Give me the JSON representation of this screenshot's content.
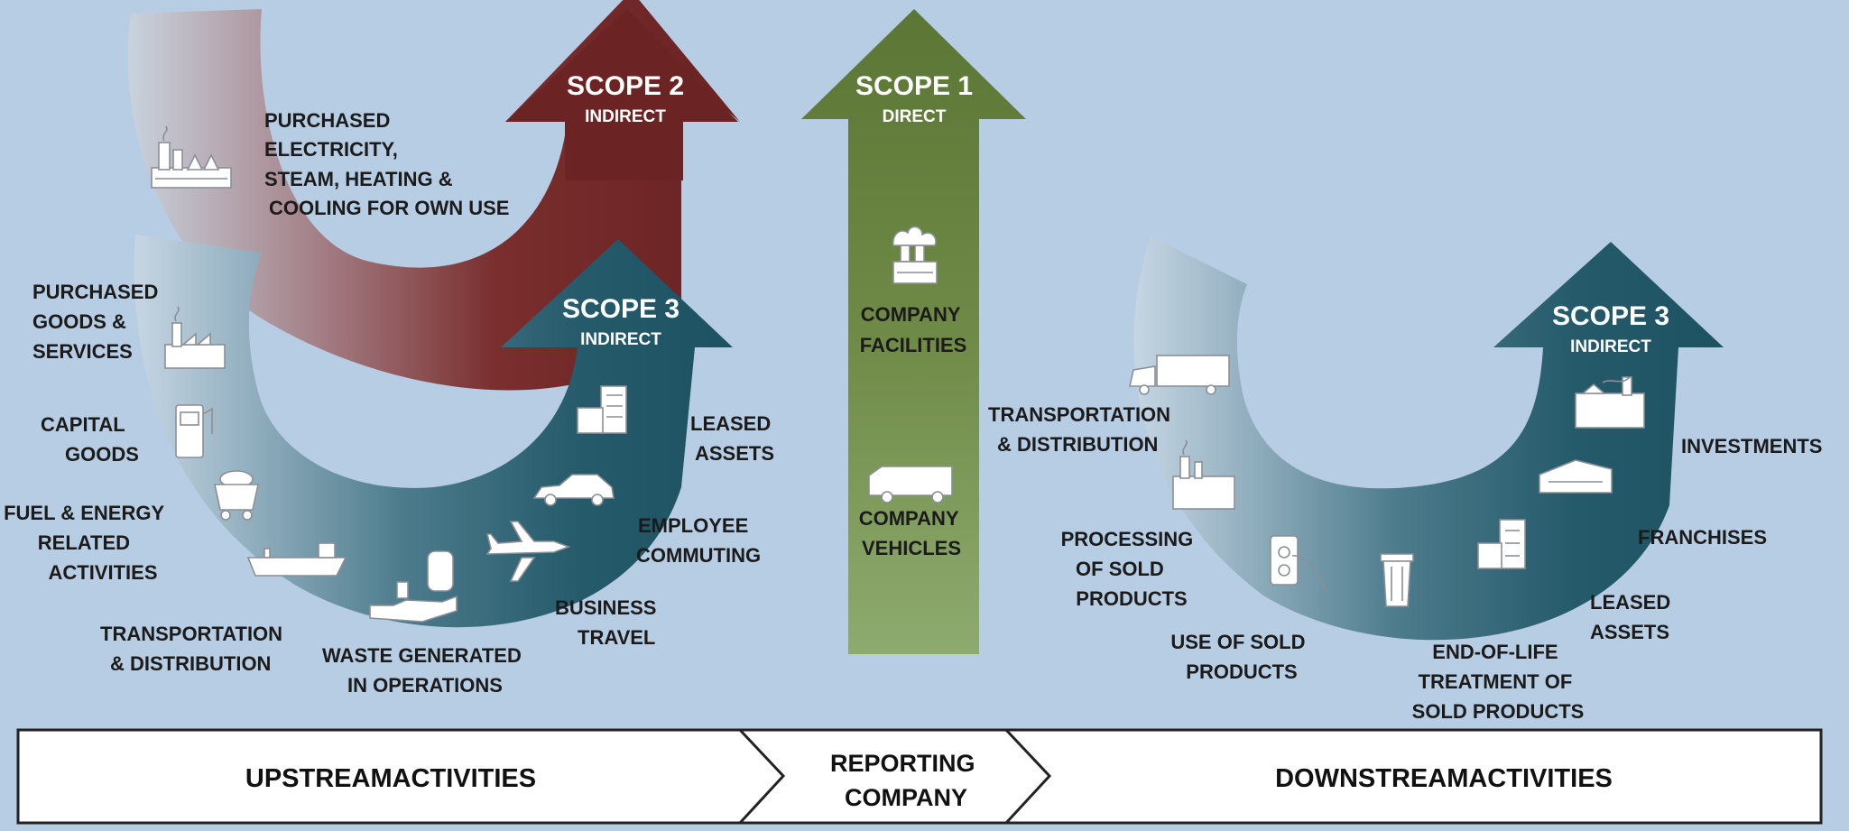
{
  "scope2": {
    "title": "SCOPE 2",
    "subtitle": "INDIRECT",
    "activity_lines": [
      "PURCHASED",
      "ELECTRICITY,",
      "STEAM, HEATING &",
      "COOLING FOR OWN USE"
    ]
  },
  "scope1": {
    "title": "SCOPE 1",
    "subtitle": "DIRECT",
    "facilities_lines": [
      "COMPANY",
      "FACILITIES"
    ],
    "vehicles_lines": [
      "COMPANY",
      "VEHICLES"
    ]
  },
  "scope3_up": {
    "title": "SCOPE 3",
    "subtitle": "INDIRECT",
    "purchased_goods": [
      "PURCHASED",
      "GOODS &",
      "SERVICES"
    ],
    "capital_goods": [
      "CAPITAL",
      "GOODS"
    ],
    "fuel_energy": [
      "FUEL & ENERGY",
      "RELATED",
      "ACTIVITIES"
    ],
    "transportation": [
      "TRANSPORTATION",
      "& DISTRIBUTION"
    ],
    "waste": [
      "WASTE GENERATED",
      "IN OPERATIONS"
    ],
    "business_travel": [
      "BUSINESS",
      "TRAVEL"
    ],
    "employee_commuting": [
      "EMPLOYEE",
      "COMMUTING"
    ],
    "leased_assets": [
      "LEASED",
      "ASSETS"
    ]
  },
  "scope3_down": {
    "title": "SCOPE 3",
    "subtitle": "INDIRECT",
    "transportation": [
      "TRANSPORTATION",
      "& DISTRIBUTION"
    ],
    "processing": [
      "PROCESSING",
      "OF SOLD",
      "PRODUCTS"
    ],
    "use": [
      "USE OF SOLD",
      "PRODUCTS"
    ],
    "end_of_life": [
      "END-OF-LIFE",
      "TREATMENT OF",
      "SOLD PRODUCTS"
    ],
    "leased_assets": [
      "LEASED",
      "ASSETS"
    ],
    "franchises": [
      "FRANCHISES"
    ],
    "investments": [
      "INVESTMENTS"
    ]
  },
  "bar": {
    "upstream": "UPSTREAMACTIVITIES",
    "reporting": [
      "REPORTING",
      "COMPANY"
    ],
    "downstream": "DOWNSTREAMACTIVITIES"
  },
  "colors": {
    "background": "#b7cde3",
    "scope2": "#6b2423",
    "scope1": "#5f7a3a",
    "scope3": "#1f5666"
  }
}
